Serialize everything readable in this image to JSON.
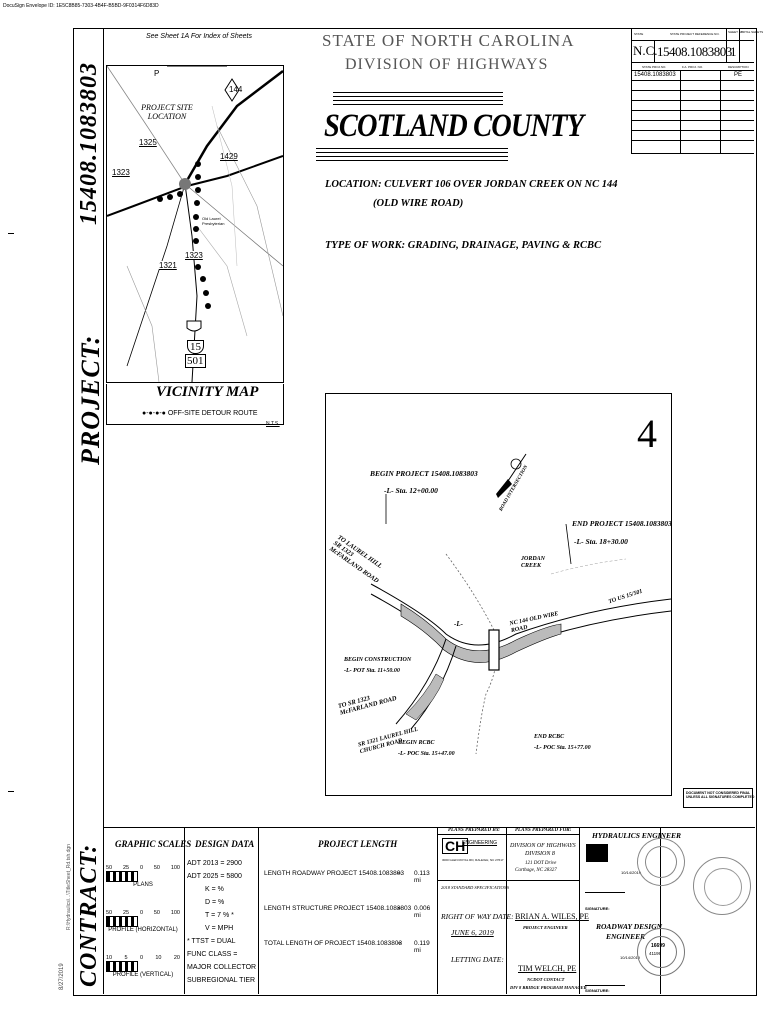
{
  "header_path": "DocuSign Envelope ID: 1E5C8B85-7303-4B4F-B5BD-9F0314F6D83D",
  "project_vertical": "PROJECT:",
  "project_number": "15408.1083803",
  "contract_vertical": "CONTRACT:",
  "small_vertical_left": "8/27/2019",
  "small_vertical_left2": "R:\\Hydraulics\\...\\TitleSheet_Rd.tsh.dgn",
  "see_sheet": "See Sheet 1A For Index of Sheets",
  "state_title": "STATE OF NORTH CAROLINA",
  "division_title": "DIVISION OF HIGHWAYS",
  "county": "SCOTLAND COUNTY",
  "location_line1": "LOCATION: CULVERT 106 OVER JORDAN CREEK ON NC 144",
  "location_line2": "(OLD WIRE ROAD)",
  "type_of_work": "TYPE OF WORK: GRADING, DRAINAGE, PAVING & RCBC",
  "ref_table": {
    "headers": [
      "STATE",
      "STATE PROJECT REFERENCE NO.",
      "SHEET NO.",
      "TOTAL SHEETS"
    ],
    "state": "N.C.",
    "ref_no": "15408.1083803",
    "sheet_no": "1",
    "sub_headers": [
      "STATE PROJ.NO.",
      "F.A. PROJ. NO.",
      "DESCRIPTION"
    ],
    "row_proj": "15408.1083803",
    "row_desc": "PE"
  },
  "vicinity": {
    "title": "VICINITY MAP",
    "legend": "OFF-SITE DETOUR ROUTE",
    "nts": "N.T.S.",
    "site_label": "PROJECT SITE LOCATION",
    "route_144": "144",
    "route_15": "15",
    "route_501": "501",
    "sr_1325": "1325",
    "sr_1323a": "1323",
    "sr_1429": "1429",
    "sr_1323b": "1323",
    "sr_1321": "1321",
    "p_label": "P",
    "church_label": "Old Laurel Presbyterian"
  },
  "plan": {
    "sheet_num": "4",
    "begin_project": "BEGIN PROJECT 15408.1083803",
    "begin_station": "-L- Sta. 12+00.00",
    "end_project": "END PROJECT 15408.1083803",
    "end_station": "-L- Sta. 18+30.00",
    "to_laurel": "TO LAUREL HILL SR 1323 McFARLAND ROAD",
    "jordan_creek": "JORDAN CREEK",
    "to_us": "TO US 15/501",
    "nc144": "NC 144 OLD WIRE ROAD",
    "l_label": "-L-",
    "begin_construction": "BEGIN CONSTRUCTION",
    "begin_construction_sta": "-L- POT Sta. 11+50.00",
    "to_sr": "TO SR 1323 McFARLAND ROAD",
    "sr1321": "SR 1321 LAUREL HILL CHURCH ROAD",
    "begin_rcbc": "BEGIN RCBC",
    "begin_rcbc_sta": "-L- POC Sta. 15+47.00",
    "end_rcbc": "END RCBC",
    "end_rcbc_sta": "-L- POC Sta. 15+77.00",
    "road_label": "ROAD INTERSECTION"
  },
  "note": [
    "DOCUMENT NOT CONSIDERED FINAL",
    "UNLESS ALL SIGNATURES COMPLETED"
  ],
  "graphic_scales": {
    "title": "GRAPHIC SCALES",
    "plans_ticks": [
      "50",
      "25",
      "0",
      "50",
      "100"
    ],
    "plans": "PLANS",
    "profile_h_ticks": [
      "50",
      "25",
      "0",
      "50",
      "100"
    ],
    "profile_h": "PROFILE (HORIZONTAL)",
    "profile_v_ticks": [
      "10",
      "5",
      "0",
      "10",
      "20"
    ],
    "profile_v": "PROFILE (VERTICAL)"
  },
  "design_data": {
    "title": "DESIGN DATA",
    "lines": [
      "ADT 2013 = 2900",
      "ADT 2025 = 5800",
      "K = %",
      "D = %",
      "T = 7 % *",
      "V = MPH",
      "* TTST = DUAL",
      "FUNC CLASS =",
      "MAJOR COLLECTOR",
      "SUBREGIONAL TIER"
    ]
  },
  "project_length": {
    "title": "PROJECT LENGTH",
    "rows": [
      {
        "label": "LENGTH ROADWAY PROJECT 15408.1083803",
        "eq": "=",
        "value": "0.113 mi"
      },
      {
        "label": "LENGTH STRUCTURE PROJECT 15408.1083803",
        "eq": "=",
        "value": "0.006 mi"
      },
      {
        "label": "TOTAL LENGTH OF PROJECT 15408.1083803",
        "eq": "=",
        "value": "0.119 mi"
      }
    ]
  },
  "prepared": {
    "by_title": "PLANS PREPARED BY:",
    "for_title": "PLANS PREPARED FOR:",
    "firm": "ENGINEERING",
    "firm_logo": "CH",
    "firm_addr": "3000 GLEN ROYAL RD, RALEIGH, NC 27617",
    "division": "DIVISION OF HIGHWAYS",
    "division_num": "DIVISION 8",
    "div_addr": "121 DOT Drive",
    "div_city": "Carthage, NC 28327",
    "spec": "2018 STANDARD SPECIFICATIONS",
    "row_label": "RIGHT OF WAY DATE:",
    "row_date": "JUNE 6, 2019",
    "letting_label": "LETTING DATE:",
    "pe_name": "BRIAN A. WILES, PE",
    "pe_title": "PROJECT ENGINEER",
    "pm_name": "TIM WELCH, PE",
    "pm_title1": "NCDOT CONTACT",
    "pm_title2": "DIV 8 BRIDGE PROGRAM MANAGER"
  },
  "hydraulics": {
    "title": "HYDRAULICS ENGINEER",
    "signature_label": "SIGNATURE:",
    "road_title1": "ROADWAY DESIGN",
    "road_title2": "ENGINEER",
    "date1": "10/14/2019",
    "date2": "10/14/2019",
    "seal_no": "16699",
    "seal_no2": "41199"
  }
}
